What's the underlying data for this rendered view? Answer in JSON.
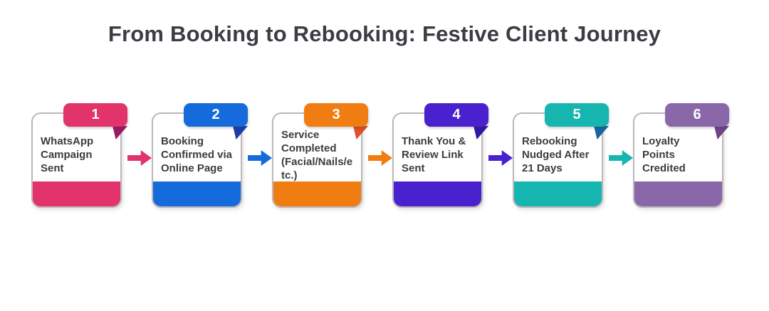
{
  "title": "From Booking to Rebooking: Festive Client Journey",
  "colors": {
    "background": "#ffffff",
    "title_text": "#3b3d44",
    "card_text": "#3d3b40",
    "card_border": "#bdb7ba",
    "card_background": "#ffffff",
    "number_text": "#ffffff"
  },
  "steps": [
    {
      "number": "1",
      "label": "WhatsApp Campaign Sent",
      "color": "#e2336b",
      "fold_color": "#9c1a63"
    },
    {
      "number": "2",
      "label": "Booking Confirmed via Online Page",
      "color": "#166bdc",
      "fold_color": "#1c3ea9"
    },
    {
      "number": "3",
      "label": "Service Completed (Facial/Nails/etc.)",
      "color": "#ef7d11",
      "fold_color": "#e04f27"
    },
    {
      "number": "4",
      "label": "Thank You & Review Link Sent",
      "color": "#4a21cf",
      "fold_color": "#3317a5"
    },
    {
      "number": "5",
      "label": "Rebooking Nudged After 21 Days",
      "color": "#16b5af",
      "fold_color": "#1566a5"
    },
    {
      "number": "6",
      "label": "Loyalty Points Credited",
      "color": "#8a67a8",
      "fold_color": "#6f4387"
    }
  ]
}
